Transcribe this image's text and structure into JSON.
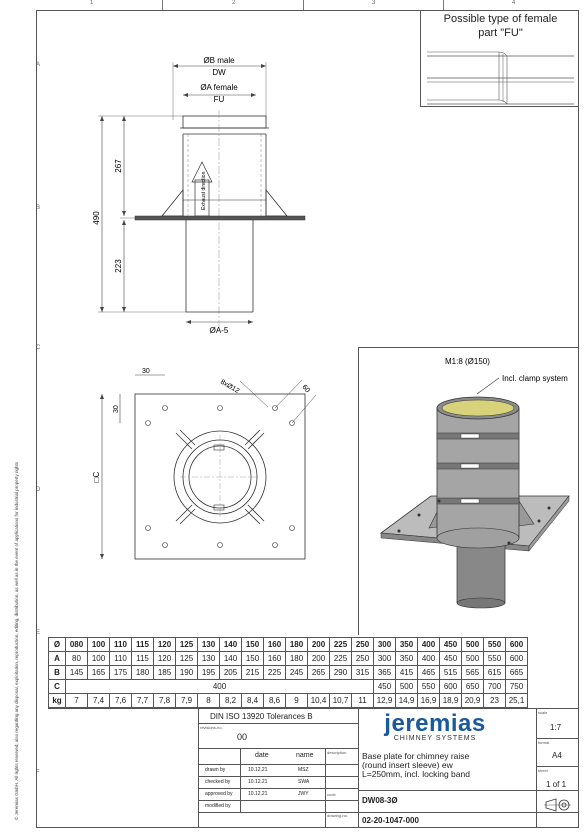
{
  "grid": {
    "columns": [
      "1",
      "2",
      "3",
      "4"
    ],
    "rows": [
      "A",
      "B",
      "C",
      "D",
      "E",
      "F"
    ]
  },
  "copyright": "© Jeremias GmbH. All rights reserved, also regarding any disposal, exploitation, reproduction, editing, distribution, as well as in the event of applications for industrial property rights",
  "fu_box": {
    "title_line1": "Possible type of female",
    "title_line2": "part \"FU\""
  },
  "side_view": {
    "b_male": "ØB male",
    "dw": "DW",
    "a_female": "ØA female",
    "fu": "FU",
    "dim_total": "490",
    "dim_upper": "267",
    "dim_lower": "223",
    "a_minus": "ØA-5",
    "arrow_text": "Exhaust direction"
  },
  "top_view": {
    "dim_30a": "30",
    "dim_30b": "30",
    "hole": "8xØ12",
    "dim_60": "60",
    "c_label": "□C"
  },
  "iso_view": {
    "scale_label": "M1:8 (Ø150)",
    "clamp_label": "Incl. clamp system"
  },
  "dims_table": {
    "rows": [
      {
        "label": "Ø",
        "cells": [
          "080",
          "100",
          "110",
          "115",
          "120",
          "125",
          "130",
          "140",
          "150",
          "160",
          "180",
          "200",
          "225",
          "250",
          "300",
          "350",
          "400",
          "450",
          "500",
          "550",
          "600"
        ]
      },
      {
        "label": "A",
        "cells": [
          "80",
          "100",
          "110",
          "115",
          "120",
          "125",
          "130",
          "140",
          "150",
          "160",
          "180",
          "200",
          "225",
          "250",
          "300",
          "350",
          "400",
          "450",
          "500",
          "550",
          "600"
        ]
      },
      {
        "label": "B",
        "cells": [
          "145",
          "165",
          "175",
          "180",
          "185",
          "190",
          "195",
          "205",
          "215",
          "225",
          "245",
          "265",
          "290",
          "315",
          "365",
          "415",
          "465",
          "515",
          "565",
          "615",
          "665"
        ]
      },
      {
        "label": "C",
        "merged": "400",
        "cells_tail": [
          "450",
          "500",
          "550",
          "600",
          "650",
          "700",
          "750"
        ]
      },
      {
        "label": "kg",
        "cells": [
          "7",
          "7,4",
          "7,6",
          "7,7",
          "7,8",
          "7,9",
          "8",
          "8,2",
          "8,4",
          "8,6",
          "9",
          "10,4",
          "10,7",
          "11",
          "12,9",
          "14,9",
          "16,9",
          "18,9",
          "20,9",
          "23",
          "25,1"
        ]
      }
    ]
  },
  "title_block": {
    "tolerances": "DIN ISO 13920 Tolerances B",
    "revisions_label": "revisions-no.",
    "revision": "00",
    "date_hdr": "date",
    "name_hdr": "name",
    "drawn_label": "drawn by",
    "drawn_date": "10.12.21",
    "drawn_name": "MSZ",
    "checked_label": "checked by",
    "checked_date": "10.12.21",
    "checked_name": "SWA",
    "approved_label": "approved by",
    "approved_date": "10.12.21",
    "approved_name": "JWY",
    "modified_label": "modified by",
    "description_label": "description",
    "desc1": "Base plate for chimney raise",
    "desc2": "(round insert sleeve) ew",
    "desc3": "L=250mm, incl. locking band",
    "code_label": "code",
    "code": "DW08-3Ø",
    "drawing_label": "drawing-no.",
    "drawing_no": "02-20-1047-000",
    "scale_label": "scale",
    "scale": "1:7",
    "format_label": "format",
    "format": "A4",
    "sheet_label": "sheet",
    "sheet": "1 of 1",
    "logo": "jeremias",
    "logo_sub": "CHIMNEY SYSTEMS"
  }
}
